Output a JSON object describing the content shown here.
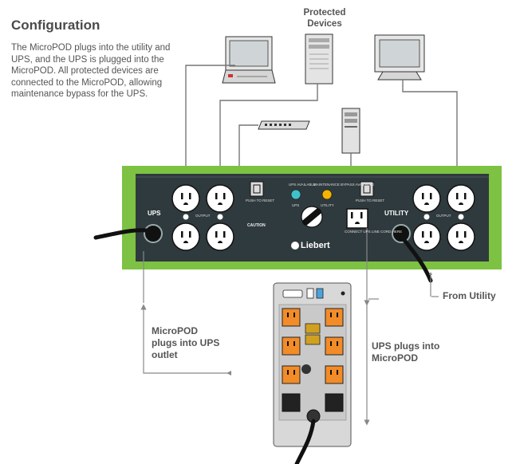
{
  "heading": "Configuration",
  "description": "The MicroPOD plugs into the utility and UPS, and the UPS is plugged into the MicroPOD. All protected devices are connected to the MicroPOD, allowing maintenance bypass for the UPS.",
  "protected_devices_label": "Protected Devices",
  "micropod_into_ups_label": "MicroPOD plugs into UPS outlet",
  "ups_into_micropod_label": "UPS plugs into MicroPOD",
  "from_utility_label": "From Utility",
  "panel": {
    "ups_label": "UPS",
    "utility_label": "UTILITY",
    "output_left": "OUTPUT",
    "output_right": "OUTPUT",
    "brand": "Liebert",
    "caution": "CAUTION",
    "ups_available": "UPS AVAILABLE",
    "maintenance_bypass_available": "MAINTENANCE BYPASS AVAILABLE",
    "ups_switch_label": "UPS",
    "utility_switch_label": "UTILITY",
    "push_to_reset_left": "PUSH TO RESET",
    "push_to_reset_right": "PUSH TO RESET",
    "connect_ups": "CONNECT UPS LINE CORD HERE"
  },
  "colors": {
    "panel_green": "#7dc242",
    "panel_dark": "#2f3a3e",
    "ups_led": "#3ec1c9",
    "bypass_led": "#f4b400",
    "outlet_orange": "#f28c28",
    "arrow_gray": "#888888"
  }
}
